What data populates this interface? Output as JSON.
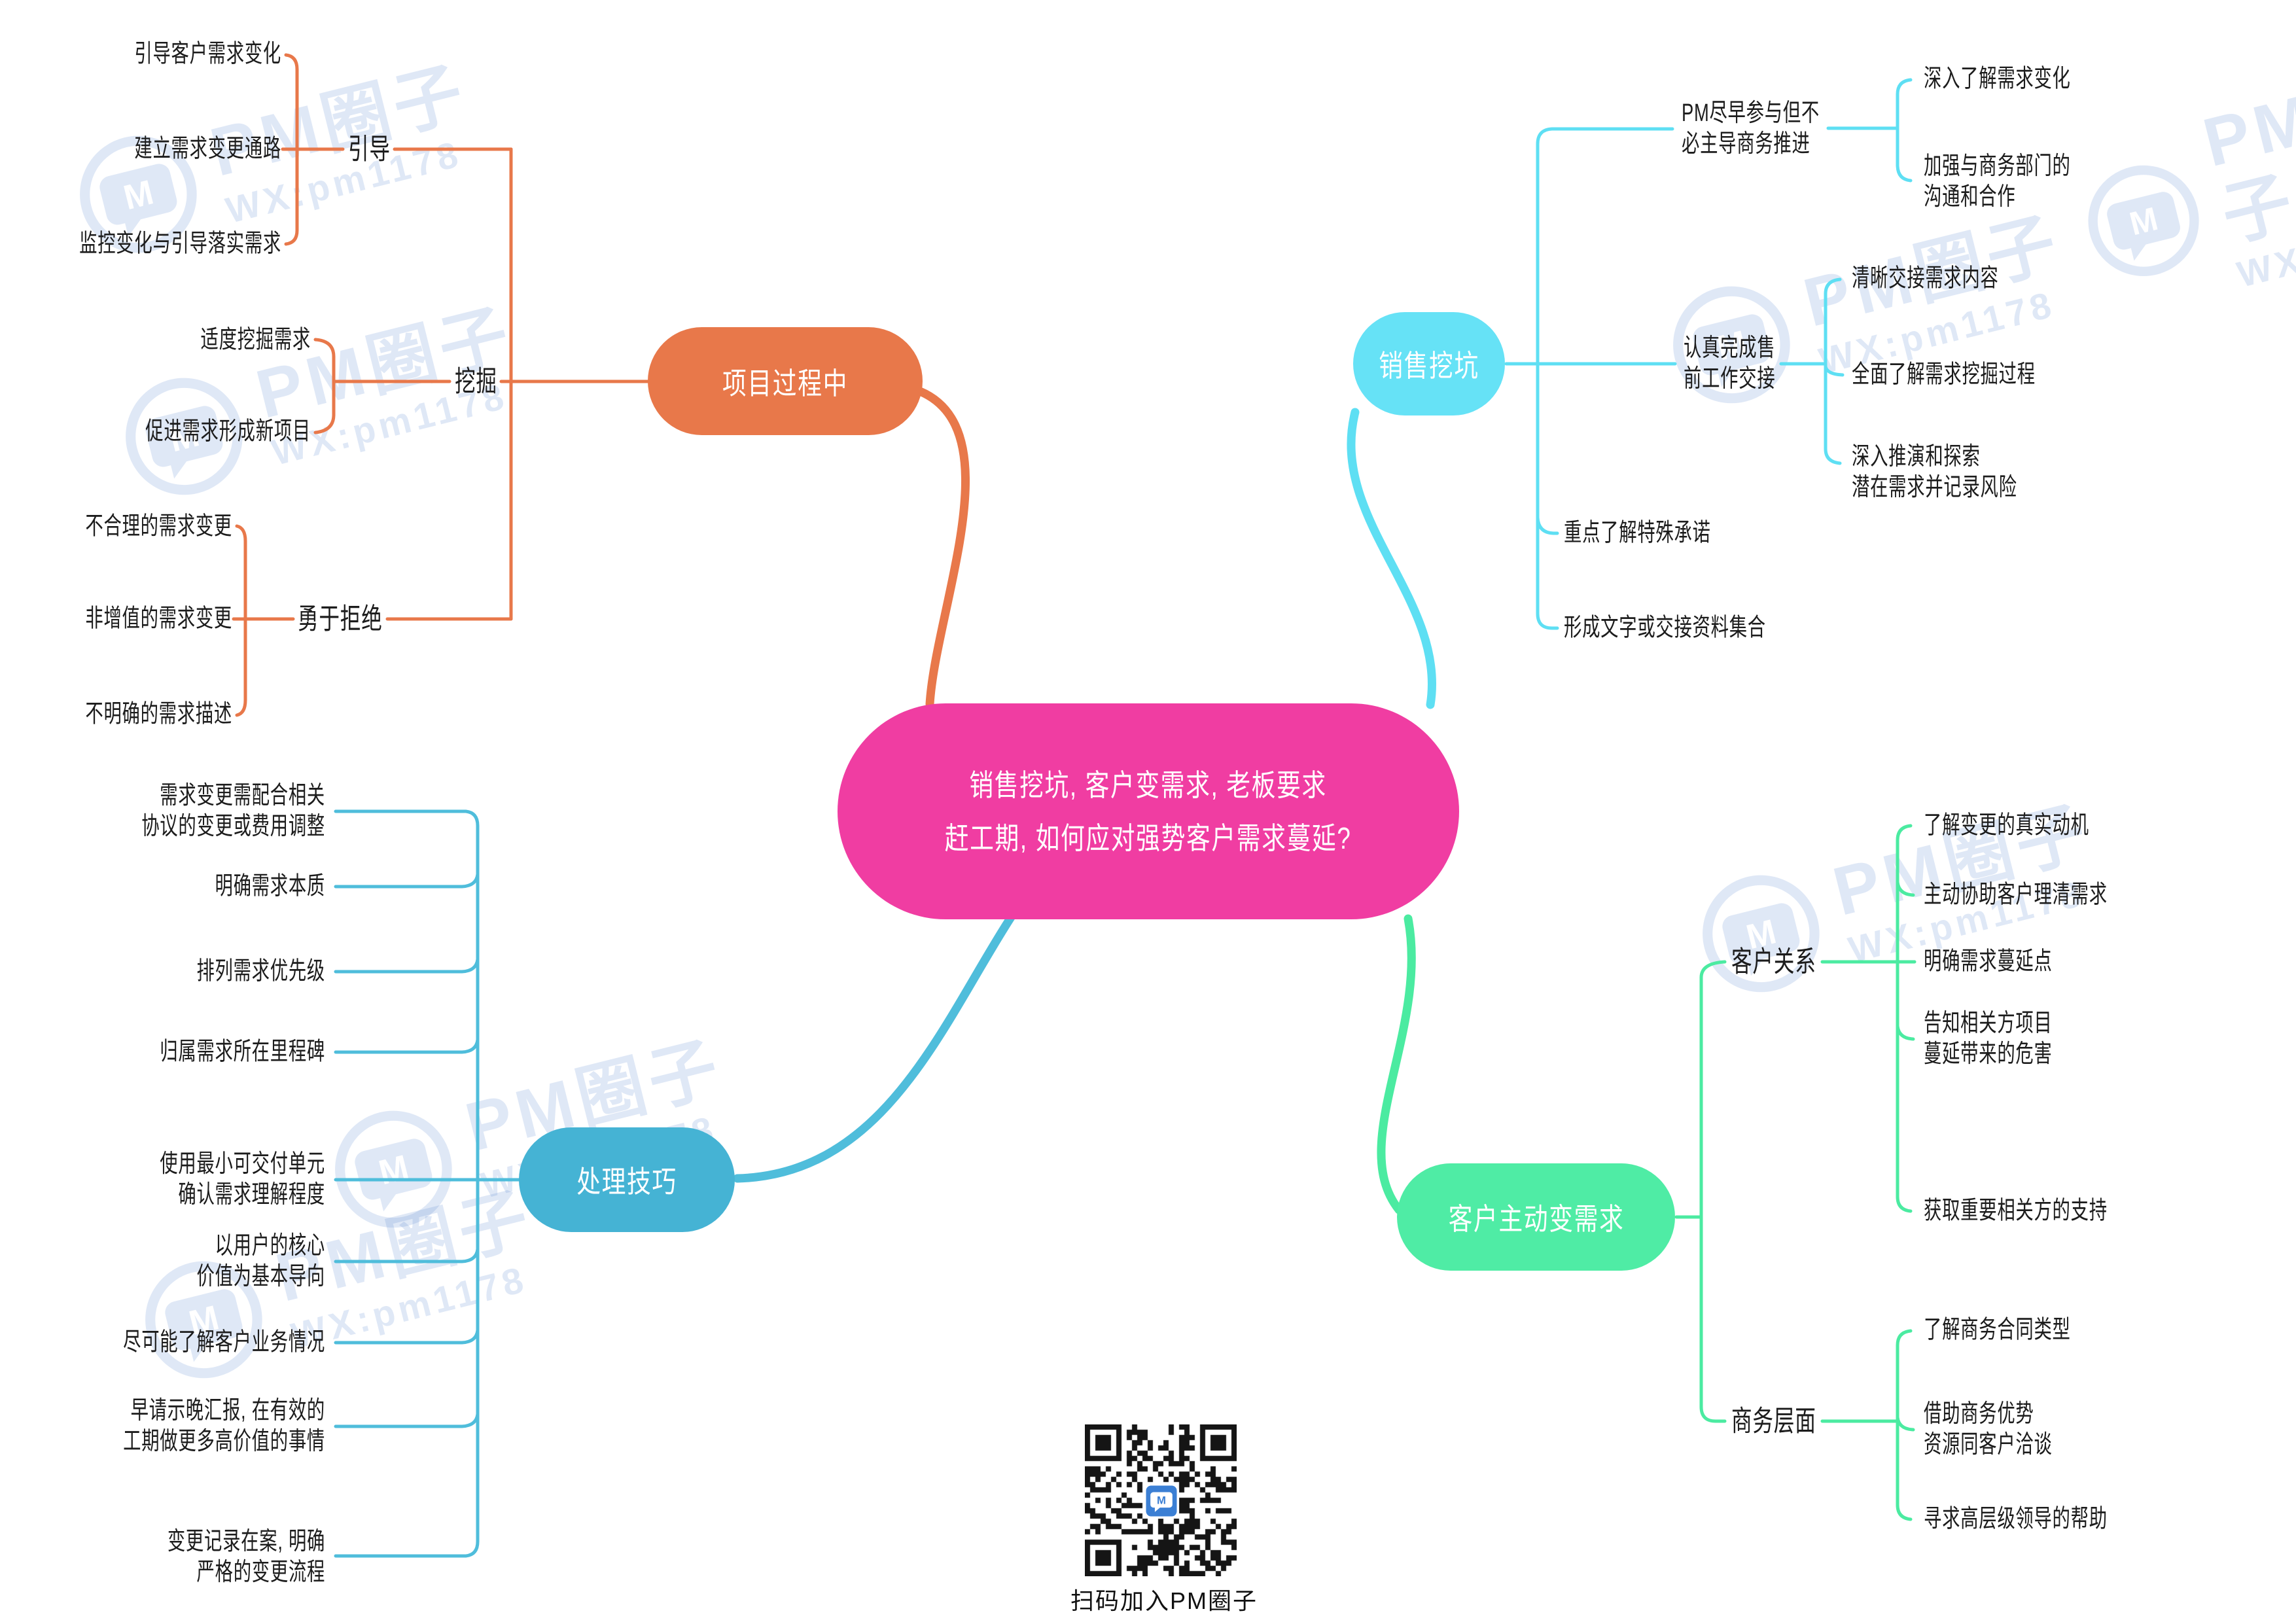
{
  "central": {
    "lines": [
      "销售挖坑, 客户变需求, 老板要求",
      "赶工期, 如何应对强势客户需求蔓延?"
    ]
  },
  "project": {
    "node": "项目过程中",
    "groups": [
      {
        "label": "引导",
        "items": [
          [
            "引导客户需求变化"
          ],
          [
            "建立需求变更通路"
          ],
          [
            "监控变化与引导落实需求"
          ]
        ]
      },
      {
        "label": "挖掘",
        "items": [
          [
            "适度挖掘需求"
          ],
          [
            "促进需求形成新项目"
          ]
        ]
      },
      {
        "label": "勇于拒绝",
        "items": [
          [
            "不合理的需求变更"
          ],
          [
            "非增值的需求变更"
          ],
          [
            "不明确的需求描述"
          ]
        ]
      }
    ]
  },
  "sales": {
    "node": "销售挖坑",
    "children": [
      {
        "lines": [
          "PM尽早参与但不",
          "必主导商务推进"
        ],
        "leaves": [
          [
            "深入了解需求变化"
          ],
          [
            "加强与商务部门的",
            "沟通和合作"
          ]
        ]
      },
      {
        "lines": [
          "认真完成售",
          "前工作交接"
        ],
        "leaves": [
          [
            "清晰交接需求内容"
          ],
          [
            "全面了解需求挖掘过程"
          ],
          [
            "深入推演和探索",
            "潜在需求并记录风险"
          ]
        ]
      },
      {
        "lines": [
          "重点了解特殊承诺"
        ],
        "leaves": []
      },
      {
        "lines": [
          "形成文字或交接资料集合"
        ],
        "leaves": []
      }
    ]
  },
  "skills": {
    "node": "处理技巧",
    "items": [
      [
        "需求变更需配合相关",
        "协议的变更或费用调整"
      ],
      [
        "明确需求本质"
      ],
      [
        "排列需求优先级"
      ],
      [
        "归属需求所在里程碑"
      ],
      [
        "使用最小可交付单元",
        "确认需求理解程度"
      ],
      [
        "以用户的核心",
        "价值为基本导向"
      ],
      [
        "尽可能了解客户业务情况"
      ],
      [
        "早请示晚汇报, 在有效的",
        "工期做更多高价值的事情"
      ],
      [
        "变更记录在案, 明确",
        "严格的变更流程"
      ]
    ]
  },
  "customer": {
    "node": "客户主动变需求",
    "groups": [
      {
        "label": "客户关系",
        "items": [
          [
            "了解变更的真实动机"
          ],
          [
            "主动协助客户理清需求"
          ],
          [
            "明确需求蔓延点"
          ],
          [
            "告知相关方项目",
            "蔓延带来的危害"
          ],
          [
            "获取重要相关方的支持"
          ]
        ]
      },
      {
        "label": "商务层面",
        "items": [
          [
            "了解商务合同类型"
          ],
          [
            "借助商务优势",
            "资源同客户洽谈"
          ],
          [
            "寻求高层级领导的帮助"
          ]
        ]
      }
    ]
  },
  "watermark": {
    "brand": "PM圈子",
    "wx": "WX:pm1178",
    "logo_letter": "M"
  },
  "qr": {
    "caption": "扫码加入PM圈子"
  },
  "colors": {
    "center": "#F03DA2",
    "project": "#E8784A",
    "sales": "#5EDFF3",
    "skills": "#45B3D4",
    "customer": "#4BEBA1",
    "text": "#1C1C1C",
    "watermark": "#4A7CCB",
    "qr_logo": "#3B7FD4"
  }
}
